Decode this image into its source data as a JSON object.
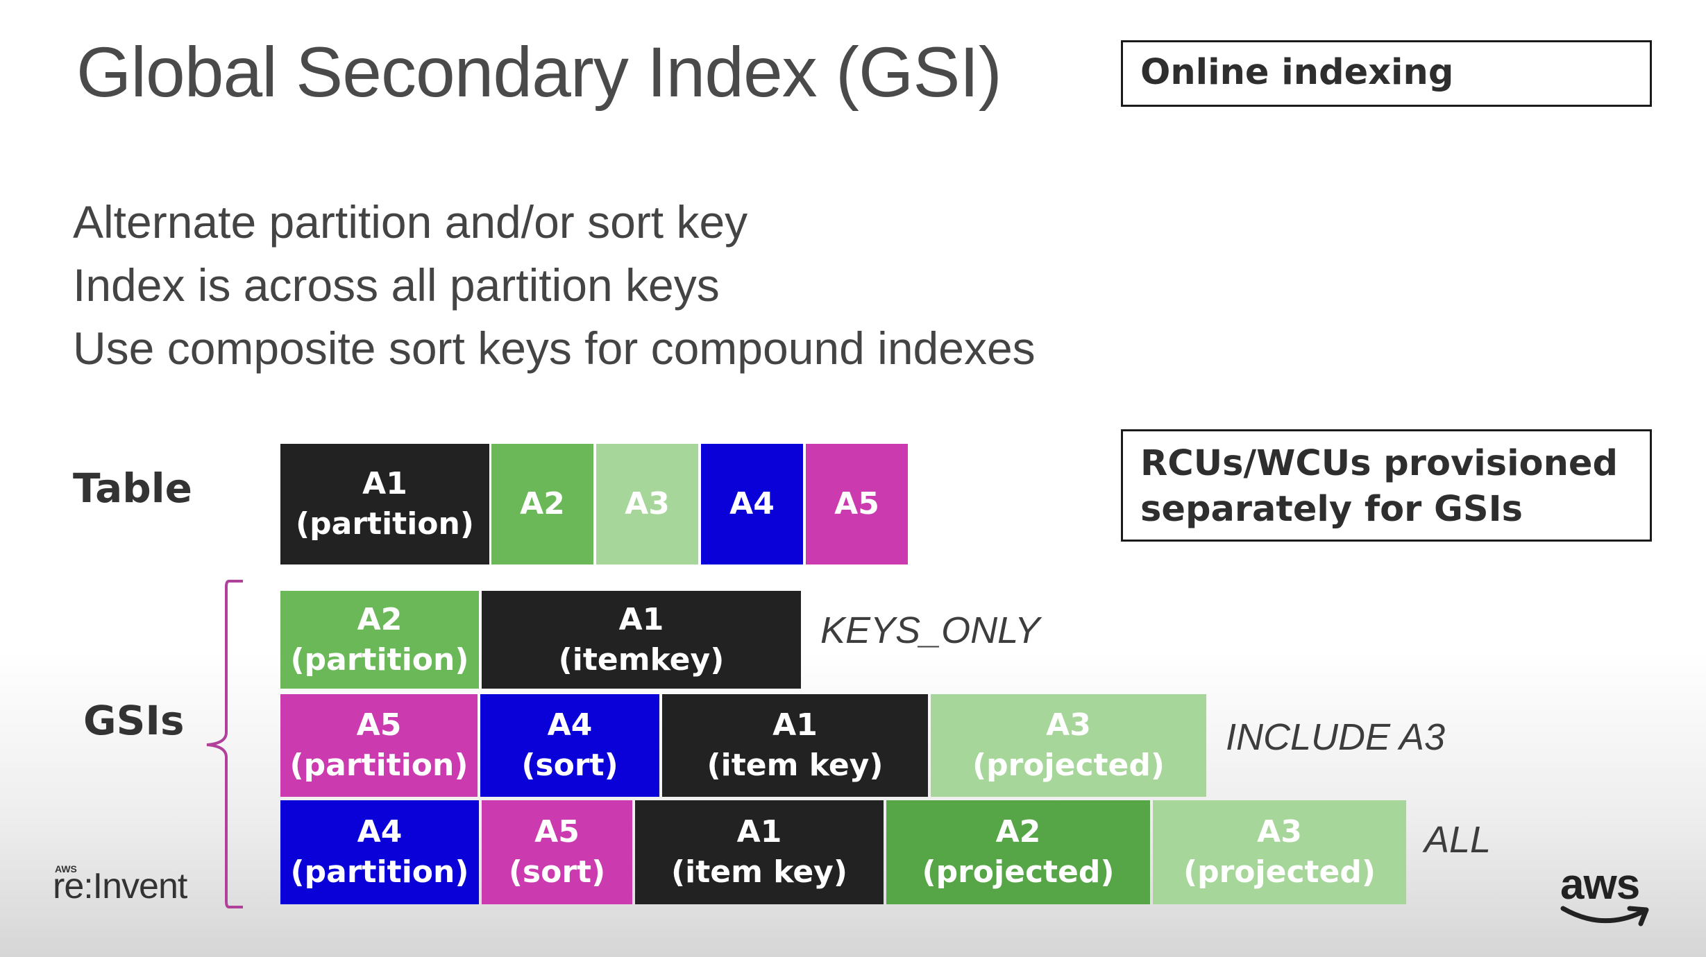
{
  "title": "Global Secondary Index (GSI)",
  "notes": {
    "online_indexing": "Online indexing",
    "rcu_line1": "RCUs/WCUs provisioned",
    "rcu_line2": "separately for GSIs"
  },
  "bullets": [
    "Alternate partition and/or sort key",
    "Index is across all partition keys",
    "Use composite sort keys for compound indexes"
  ],
  "labels": {
    "table": "Table",
    "gsis": "GSIs"
  },
  "table_row": {
    "cells": [
      {
        "line1": "A1",
        "line2": "(partition)",
        "color": "#222222"
      },
      {
        "line1": "A2",
        "line2": "",
        "color": "#6ab857"
      },
      {
        "line1": "A3",
        "line2": "",
        "color": "#a6d69a"
      },
      {
        "line1": "A4",
        "line2": "",
        "color": "#0a00d8"
      },
      {
        "line1": "A5",
        "line2": "",
        "color": "#cc3ab0"
      }
    ]
  },
  "gsi_rows": [
    {
      "projection": "KEYS_ONLY",
      "cells": [
        {
          "line1": "A2",
          "line2": "(partition)"
        },
        {
          "line1": "A1",
          "line2": "(itemkey)"
        }
      ]
    },
    {
      "projection": "INCLUDE A3",
      "cells": [
        {
          "line1": "A5",
          "line2": "(partition)"
        },
        {
          "line1": "A4",
          "line2": "(sort)"
        },
        {
          "line1": "A1",
          "line2": "(item key)"
        },
        {
          "line1": "A3",
          "line2": "(projected)"
        }
      ]
    },
    {
      "projection": "ALL",
      "cells": [
        {
          "line1": "A4",
          "line2": "(partition)"
        },
        {
          "line1": "A5",
          "line2": "(sort)"
        },
        {
          "line1": "A1",
          "line2": "(item key)"
        },
        {
          "line1": "A2",
          "line2": "(projected)"
        },
        {
          "line1": "A3",
          "line2": "(projected)"
        }
      ]
    }
  ],
  "logos": {
    "reinvent_small": "AWS",
    "reinvent": "re:Invent",
    "aws": "aws"
  },
  "colors": {
    "black": "#222222",
    "green": "#6ab857",
    "light_green": "#a6d69a",
    "blue": "#0a00d8",
    "magenta": "#cc3ab0",
    "brace": "#b0409a"
  }
}
